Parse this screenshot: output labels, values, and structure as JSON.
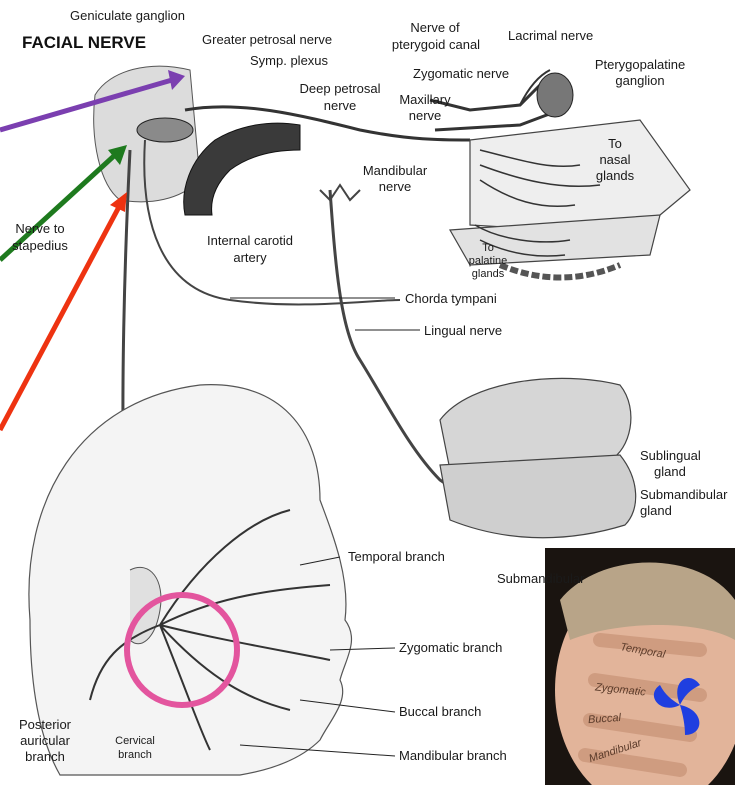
{
  "title": "FACIAL NERVE",
  "labels": {
    "geniculate_ganglion": "Geniculate ganglion",
    "greater_petrosal_nerve": "Greater petrosal nerve",
    "symp_plexus": "Symp. plexus",
    "deep_petrosal_1": "Deep petrosal",
    "deep_petrosal_2": "nerve",
    "nerve_of_1": "Nerve of",
    "pterygoid_canal": "pterygoid canal",
    "lacrimal_nerve": "Lacrimal nerve",
    "zygomatic_nerve": "Zygomatic nerve",
    "pterygopalatine_1": "Pterygopalatine",
    "pterygopalatine_2": "ganglion",
    "maxillary_1": "Maxillary",
    "maxillary_2": "nerve",
    "to_nasal_1": "To",
    "to_nasal_2": "nasal",
    "to_nasal_3": "glands",
    "mandibular_nerve_1": "Mandibular",
    "mandibular_nerve_2": "nerve",
    "nerve_to_stapedius_1": "Nerve to",
    "nerve_to_stapedius_2": "stapedius",
    "internal_carotid_1": "Internal carotid",
    "internal_carotid_2": "artery",
    "to_palatine_1": "To",
    "to_palatine_2": "palatine",
    "to_palatine_3": "glands",
    "chorda_tympani": "Chorda tympani",
    "lingual_nerve": "Lingual nerve",
    "sublingual_1": "Sublingual",
    "sublingual_2": "gland",
    "submandibular_gland_1": "Submandibular",
    "submandibular_gland_2": "gland",
    "submandibular_ganglion": "Submandibular",
    "temporal_branch": "Temporal branch",
    "zygomatic_branch": "Zygomatic branch",
    "buccal_branch": "Buccal branch",
    "mandibular_branch": "Mandibular branch",
    "posterior_auricular_1": "Posterior",
    "posterior_auricular_2": "auricular",
    "posterior_auricular_3": "branch",
    "cervical_1": "Cervical",
    "cervical_2": "branch"
  },
  "inset_photo": {
    "finger_labels": [
      "Temporal",
      "Zygomatic",
      "Buccal",
      "Mandibular"
    ]
  },
  "colors": {
    "arrow_purple": "#7b3fb0",
    "arrow_green": "#1e7a1e",
    "arrow_red": "#ee3311",
    "circle_pink": "#e3559e",
    "triskelion_blue": "#1f3fe0"
  }
}
